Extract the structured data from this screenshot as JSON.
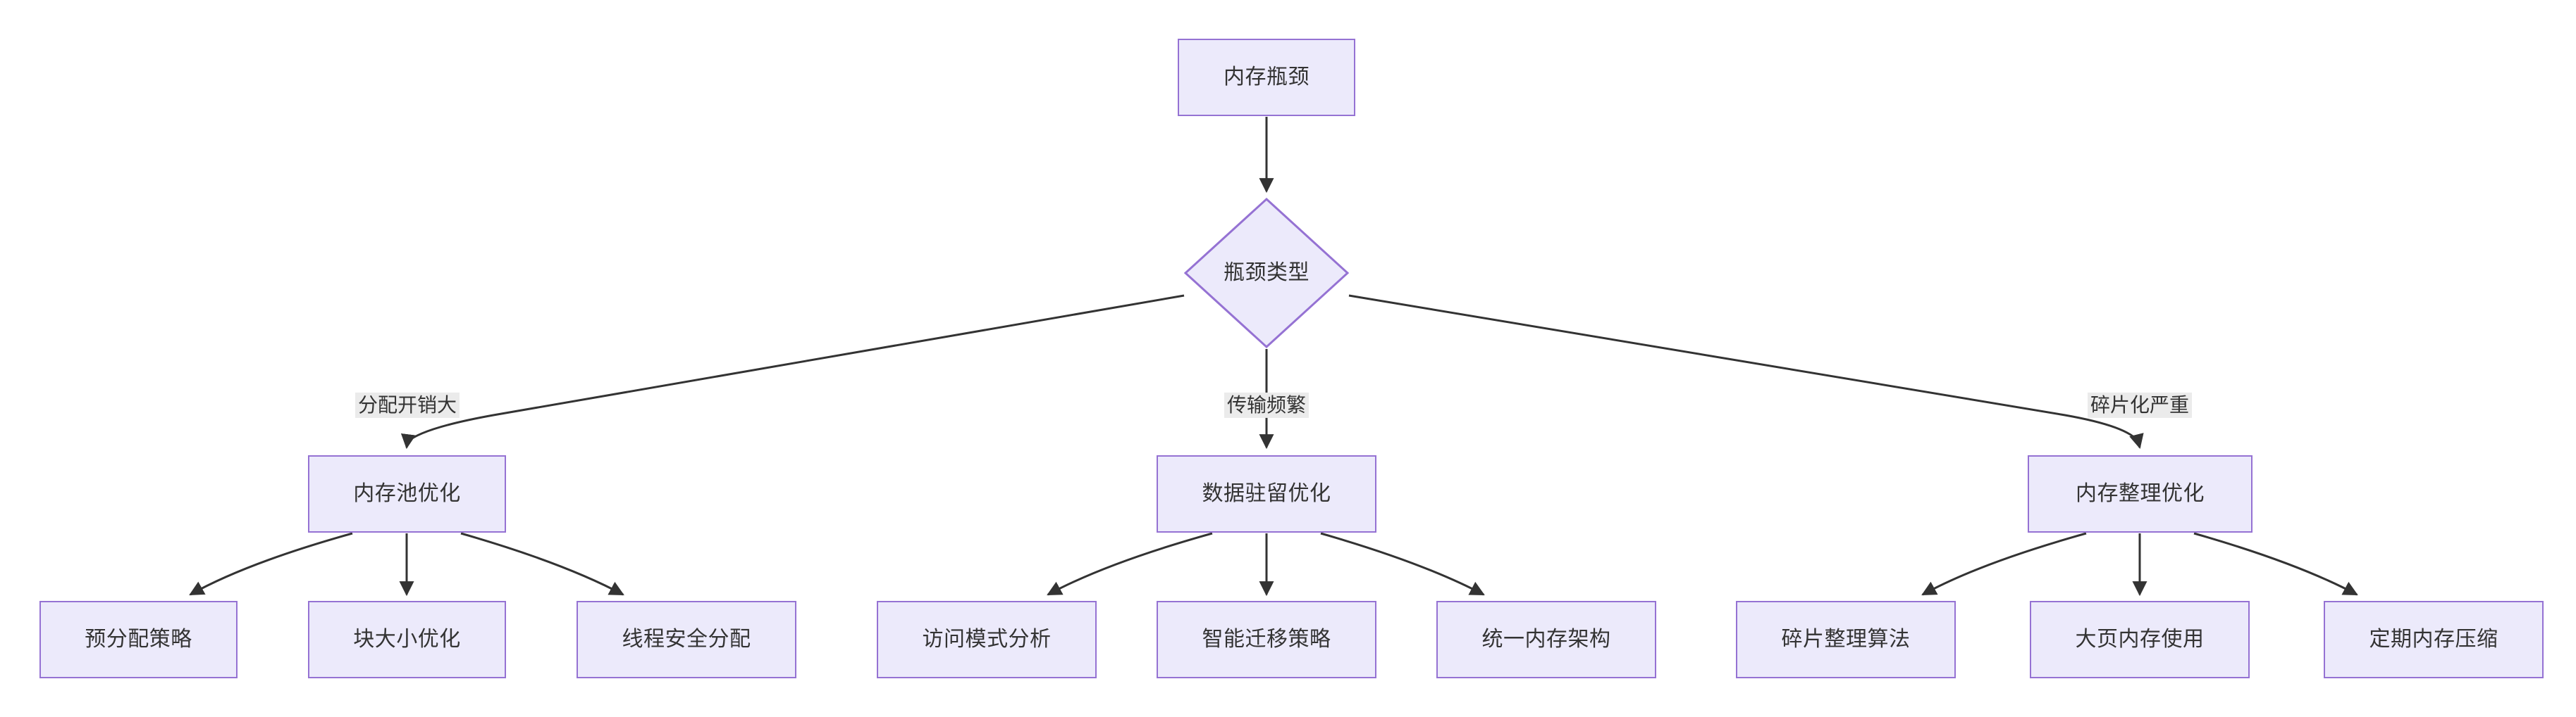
{
  "diagram": {
    "title": "内存瓶颈",
    "type": "flowchart",
    "direction": "top-down",
    "theme": {
      "node_fill": "#ECEAFB",
      "node_border": "#9572D3",
      "edge_stroke": "#333333",
      "edge_label_bg": "#EBEBEB",
      "text_color": "#333333",
      "background": "#ffffff"
    },
    "nodes": {
      "root": {
        "label": "内存瓶颈",
        "shape": "rect"
      },
      "decision": {
        "label": "瓶颈类型",
        "shape": "diamond"
      },
      "branches": [
        {
          "label": "内存池优化",
          "edge_label": "分配开销大",
          "children": [
            {
              "label": "预分配策略"
            },
            {
              "label": "块大小优化"
            },
            {
              "label": "线程安全分配"
            }
          ]
        },
        {
          "label": "数据驻留优化",
          "edge_label": "传输频繁",
          "children": [
            {
              "label": "访问模式分析"
            },
            {
              "label": "智能迁移策略"
            },
            {
              "label": "统一内存架构"
            }
          ]
        },
        {
          "label": "内存整理优化",
          "edge_label": "碎片化严重",
          "children": [
            {
              "label": "碎片整理算法"
            },
            {
              "label": "大页内存使用"
            },
            {
              "label": "定期内存压缩"
            }
          ]
        }
      ]
    }
  }
}
